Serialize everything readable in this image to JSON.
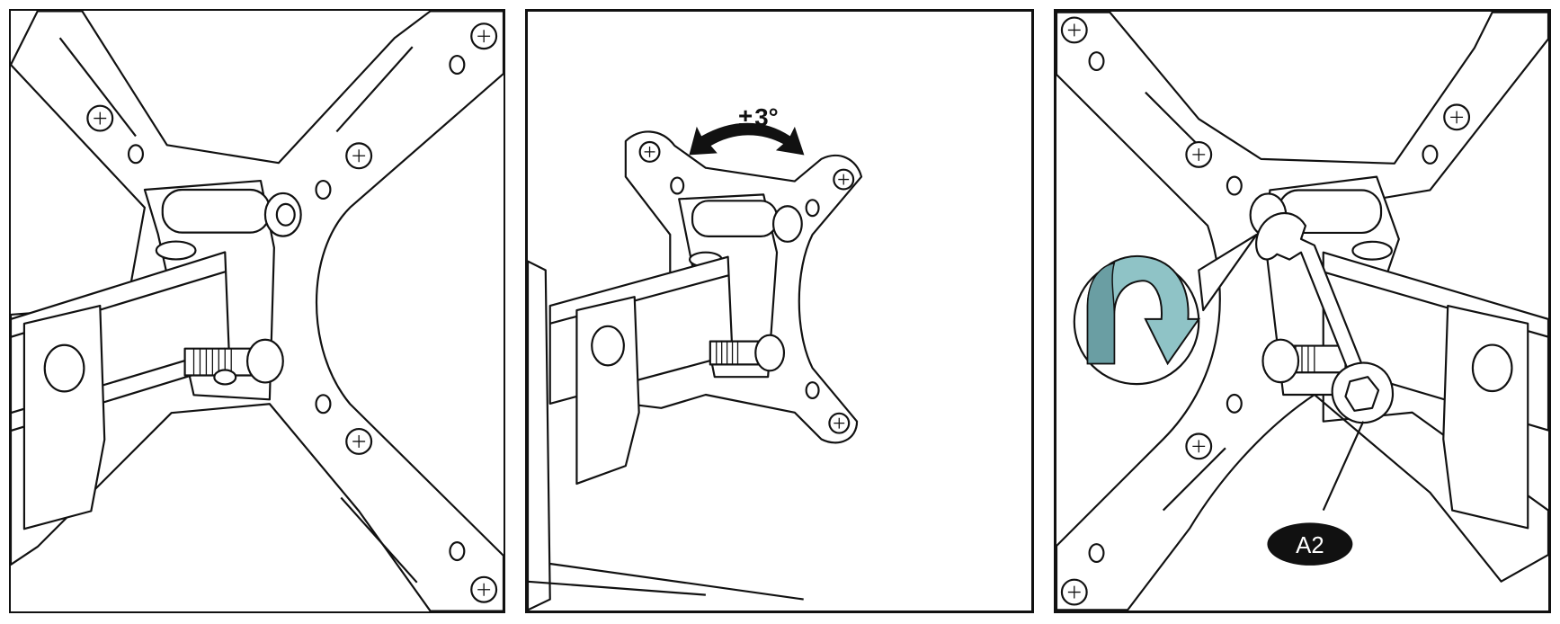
{
  "panels": [
    {
      "id": "step-1"
    },
    {
      "id": "step-2",
      "annotation": {
        "sign": "±",
        "value": "3°"
      }
    },
    {
      "id": "step-3",
      "callout": {
        "label": "A2"
      },
      "colors": {
        "arrow": "#8fc3c6",
        "arrow_dark": "#6a9ea3"
      }
    }
  ],
  "colors": {
    "line": "#111111",
    "background": "#ffffff"
  }
}
